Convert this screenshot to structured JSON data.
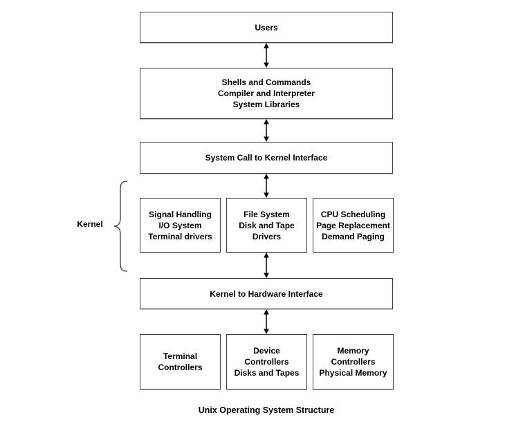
{
  "diagram": {
    "caption": "Unix Operating System Structure",
    "kernel_label": "Kernel",
    "boxes": {
      "users": [
        "Users"
      ],
      "shells": [
        "Shells and Commands",
        "Compiler and Interpreter",
        "System Libraries"
      ],
      "system_call": [
        "System Call to Kernel Interface"
      ],
      "signal_handling": [
        "Signal Handling",
        "I/O System",
        "Terminal drivers"
      ],
      "file_system": [
        "File System",
        "Disk and Tape",
        "Drivers"
      ],
      "cpu_scheduling": [
        "CPU Scheduling",
        "Page Replacement",
        "Demand Paging"
      ],
      "kernel_to_hardware": [
        "Kernel to Hardware Interface"
      ],
      "terminal_controllers": [
        "Terminal",
        "Controllers"
      ],
      "device_controllers": [
        "Device",
        "Controllers",
        "Disks and Tapes"
      ],
      "memory_controllers": [
        "Memory",
        "Controllers",
        "Physical Memory"
      ]
    },
    "connectors": {
      "type": "double-headed-arrow",
      "count": 5
    },
    "colors": {
      "border": "#3d3d3d",
      "text": "#000000",
      "background": "#ffffff",
      "arrow": "#000000"
    }
  }
}
